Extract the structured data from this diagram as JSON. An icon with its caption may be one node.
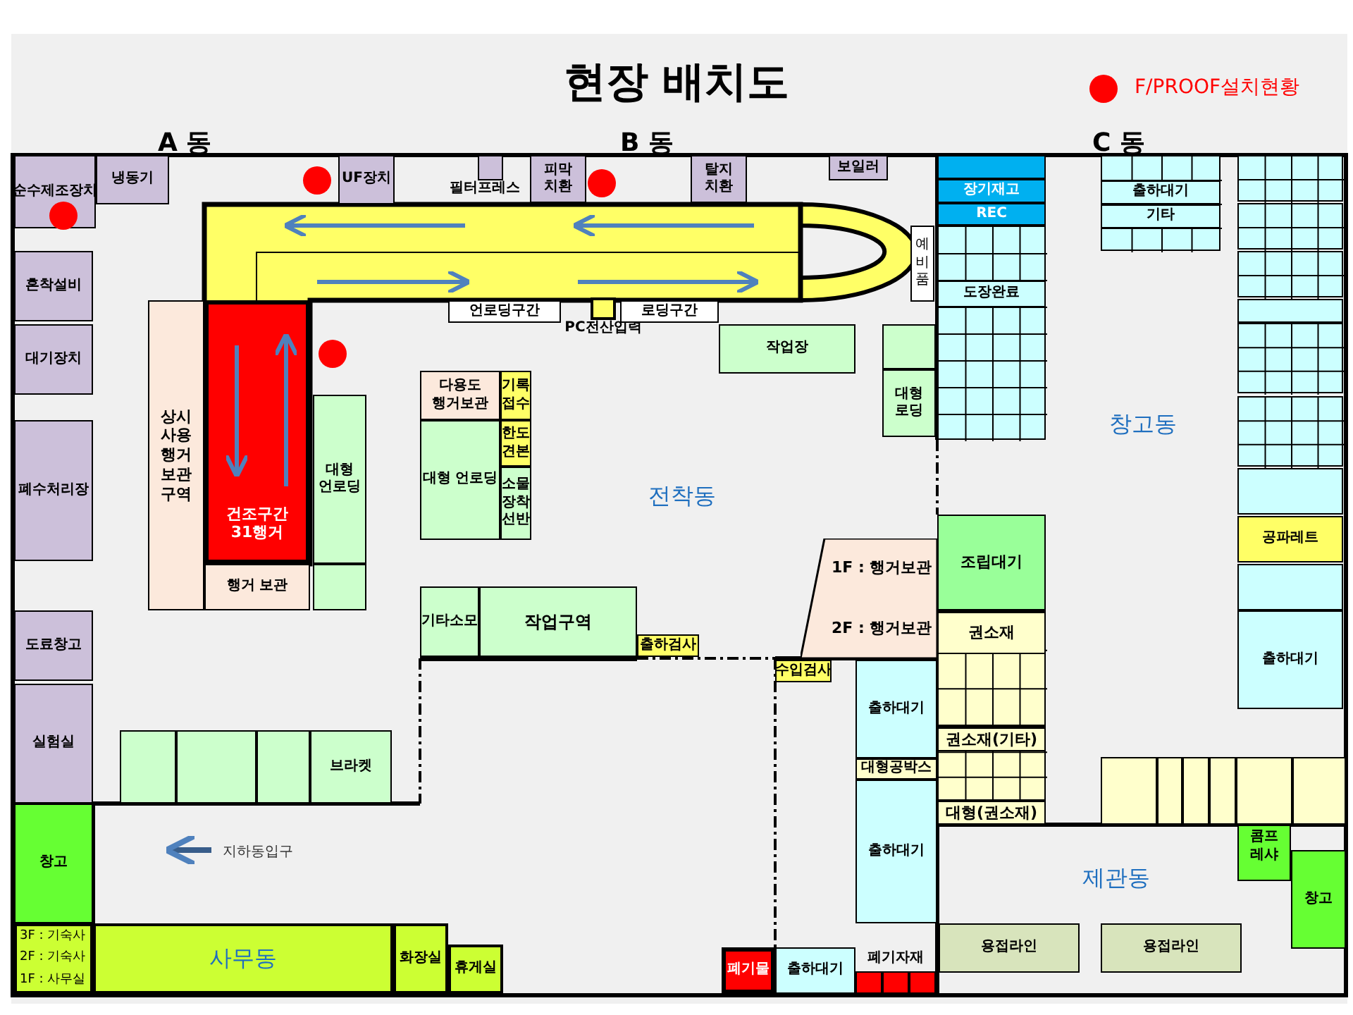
{
  "diagram": {
    "title": "현장 배치도",
    "nodes": [
      {
        "text": [
          "순수제조장치"
        ]
      },
      {
        "text": [
          "냉동기"
        ]
      },
      {
        "text": [
          "UF장치"
        ]
      },
      {
        "text": [
          "필터프레스"
        ]
      },
      {
        "text": [
          "피막 치환"
        ]
      },
      {
        "text": [
          "탈지 치환"
        ]
      },
      {
        "text": [
          "보일러"
        ]
      },
      {
        "text": [
          "혼착설비"
        ]
      },
      {
        "text": [
          "대기장치"
        ]
      },
      {
        "text": [
          "폐수처리장"
        ]
      },
      {
        "text": [
          "도료창고"
        ]
      },
      {
        "text": [
          "실험실"
        ]
      },
      {
        "text": [
          "상시 사용 행거 보관 구역"
        ]
      },
      {
        "text": [
          "건조구간 31행거"
        ]
      },
      {
        "text": [
          "행거 보관"
        ]
      },
      {
        "text": [
          "대형 언로딩"
        ]
      },
      {
        "text": [],
        "shape": "box"
      },
      {
        "text": [
          "언로딩구간"
        ]
      },
      {
        "text": [
          "PC전산입력"
        ]
      },
      {
        "text": [
          "로딩구간"
        ]
      },
      {
        "text": [
          "예비품"
        ]
      },
      {
        "text": [
          "작업장"
        ]
      },
      {
        "text": [],
        "shape": "box"
      },
      {
        "text": [
          "대형 로딩"
        ]
      },
      {
        "text": [],
        "shape": "box"
      },
      {
        "text": [
          "장기재고"
        ]
      },
      {
        "text": [
          "REC"
        ]
      },
      {
        "text": [
          "도장완료"
        ]
      },
      {
        "text": [
          "출하대기",
          "기타"
        ]
      },
      {
        "text": [],
        "shape": "box"
      },
      {
        "text": [],
        "shape": "box"
      },
      {
        "text": [],
        "shape": "box"
      },
      {
        "text": [],
        "shape": "box"
      },
      {
        "text": [],
        "shape": "box"
      },
      {
        "text": [],
        "shape": "box"
      },
      {
        "text": [],
        "shape": "box"
      },
      {
        "text": [
          "공파레트"
        ]
      },
      {
        "text": [],
        "shape": "box"
      },
      {
        "text": [
          "출하대기"
        ]
      },
      {
        "text": [
          "다용도 행거보관"
        ]
      },
      {
        "text": [
          "기록 접수"
        ]
      },
      {
        "text": [
          "대형 언로딩"
        ]
      },
      {
        "text": [
          "한도 견본"
        ]
      },
      {
        "text": [
          "소물 장착 선반"
        ]
      },
      {
        "text": [
          "기타소모"
        ]
      },
      {
        "text": [
          "작업구역"
        ]
      },
      {
        "text": [
          "출하검사"
        ]
      },
      {
        "text": [
          "1F : 행거보관",
          "2F : 행거보관"
        ]
      },
      {
        "text": [
          "수입검사"
        ]
      },
      {
        "text": [
          "조립대기"
        ]
      },
      {
        "text": [
          "권소재"
        ]
      },
      {
        "text": [
          "권소재(기타)"
        ]
      },
      {
        "text": [
          "대형(권소재)"
        ]
      },
      {
        "text": [
          "출하대기"
        ]
      },
      {
        "text": [
          "대형공박스"
        ]
      },
      {
        "text": [
          "출하대기"
        ]
      },
      {
        "text": [],
        "shape": "box"
      },
      {
        "text": [],
        "shape": "box"
      },
      {
        "text": [],
        "shape": "box"
      },
      {
        "text": [
          "브라켓"
        ]
      },
      {
        "text": [
          "창고"
        ]
      },
      {
        "text": [
          "3F : 기숙사",
          "2F : 기숙사",
          "1F : 사무실"
        ]
      },
      {
        "text": [
          "사무동"
        ]
      },
      {
        "text": [
          "화장실"
        ]
      },
      {
        "text": [
          "휴게실"
        ]
      },
      {
        "text": [
          "폐기물"
        ]
      },
      {
        "text": [
          "출하대기"
        ]
      },
      {
        "text": [
          "폐기자재"
        ]
      },
      {
        "text": [],
        "shape": "box"
      },
      {
        "text": [],
        "shape": "box"
      },
      {
        "text": [],
        "shape": "box"
      },
      {
        "text": [],
        "shape": "box"
      },
      {
        "text": [],
        "shape": "box"
      },
      {
        "text": [],
        "shape": "box"
      },
      {
        "text": [
          "콤프레샤"
        ]
      },
      {
        "text": [
          "창고"
        ]
      },
      {
        "text": [
          "용접라인"
        ]
      },
      {
        "text": [
          "용접라인"
        ]
      }
    ],
    "labels": [
      "A 동",
      "B 동",
      "C 동",
      "전착동",
      "창고동",
      "지하동입구",
      "제관동"
    ],
    "legend": [
      {
        "text": "F/PROOF설치현황",
        "color": "#ff0000"
      }
    ]
  }
}
